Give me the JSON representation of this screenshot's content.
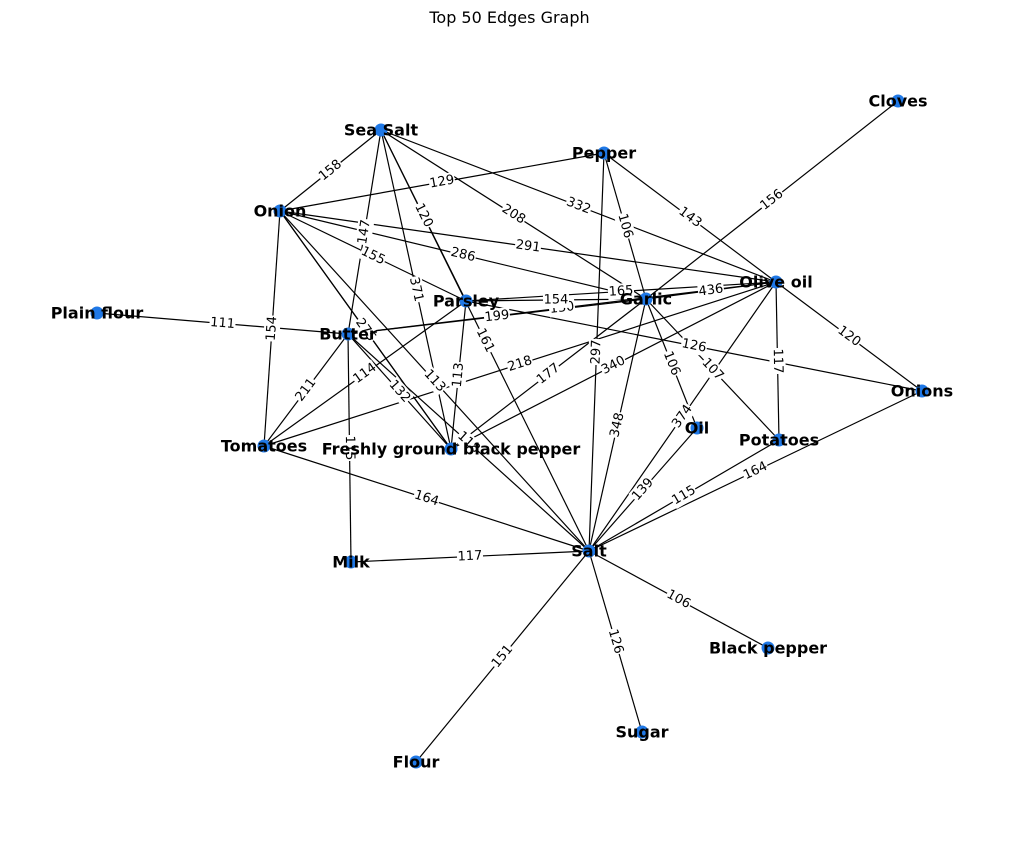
{
  "title": "Top 50 Edges Graph",
  "colors": {
    "node": "#1f78e6",
    "edge": "#000000",
    "background": "#ffffff",
    "label": "#000000"
  },
  "nodes": [
    {
      "id": "Cloves",
      "label": "Cloves"
    },
    {
      "id": "Sea Salt",
      "label": "Sea Salt"
    },
    {
      "id": "Pepper",
      "label": "Pepper"
    },
    {
      "id": "Onion",
      "label": "Onion"
    },
    {
      "id": "Olive oil",
      "label": "Olive oil"
    },
    {
      "id": "Plain flour",
      "label": "Plain flour"
    },
    {
      "id": "Parsley",
      "label": "Parsley"
    },
    {
      "id": "Garlic",
      "label": "Garlic"
    },
    {
      "id": "Butter",
      "label": "Butter"
    },
    {
      "id": "Onions",
      "label": "Onions"
    },
    {
      "id": "Oil",
      "label": "Oil"
    },
    {
      "id": "Potatoes",
      "label": "Potatoes"
    },
    {
      "id": "Tomatoes",
      "label": "Tomatoes"
    },
    {
      "id": "Freshly ground black pepper",
      "label": "Freshly ground black pepper"
    },
    {
      "id": "Salt",
      "label": "Salt"
    },
    {
      "id": "Milk",
      "label": "Milk"
    },
    {
      "id": "Black pepper",
      "label": "Black pepper"
    },
    {
      "id": "Sugar",
      "label": "Sugar"
    },
    {
      "id": "Flour",
      "label": "Flour"
    }
  ],
  "edges": [
    {
      "source": "Cloves",
      "target": "Garlic",
      "weight": "156"
    },
    {
      "source": "Sea Salt",
      "target": "Onion",
      "weight": "158"
    },
    {
      "source": "Sea Salt",
      "target": "Butter",
      "weight": "147"
    },
    {
      "source": "Sea Salt",
      "target": "Parsley",
      "weight": "120"
    },
    {
      "source": "Sea Salt",
      "target": "Freshly ground black pepper",
      "weight": "371"
    },
    {
      "source": "Sea Salt",
      "target": "Garlic",
      "weight": "208"
    },
    {
      "source": "Sea Salt",
      "target": "Olive oil",
      "weight": "332"
    },
    {
      "source": "Sea Salt",
      "target": "Salt",
      "weight": "161"
    },
    {
      "source": "Onion",
      "target": "Pepper",
      "weight": "129"
    },
    {
      "source": "Onion",
      "target": "Garlic",
      "weight": "286"
    },
    {
      "source": "Onion",
      "target": "Olive oil",
      "weight": "291"
    },
    {
      "source": "Onion",
      "target": "Parsley",
      "weight": "155"
    },
    {
      "source": "Onion",
      "target": "Freshly ground black pepper",
      "weight": "130"
    },
    {
      "source": "Onion",
      "target": "Tomatoes",
      "weight": "154"
    },
    {
      "source": "Onion",
      "target": "Salt",
      "weight": "113"
    },
    {
      "source": "Pepper",
      "target": "Garlic",
      "weight": "106"
    },
    {
      "source": "Pepper",
      "target": "Olive oil",
      "weight": "143"
    },
    {
      "source": "Pepper",
      "target": "Salt",
      "weight": "297"
    },
    {
      "source": "Plain flour",
      "target": "Butter",
      "weight": "111"
    },
    {
      "source": "Butter",
      "target": "Garlic",
      "weight": "199"
    },
    {
      "source": "Butter",
      "target": "Olive oil",
      "weight": "130"
    },
    {
      "source": "Butter",
      "target": "Milk",
      "weight": "115"
    },
    {
      "source": "Butter",
      "target": "Freshly ground black pepper",
      "weight": "132"
    },
    {
      "source": "Parsley",
      "target": "Garlic",
      "weight": "154"
    },
    {
      "source": "Parsley",
      "target": "Olive oil",
      "weight": "165"
    },
    {
      "source": "Parsley",
      "target": "Freshly ground black pepper",
      "weight": "113"
    },
    {
      "source": "Parsley",
      "target": "Tomatoes",
      "weight": "114"
    },
    {
      "source": "Garlic",
      "target": "Olive oil",
      "weight": "436"
    },
    {
      "source": "Garlic",
      "target": "Oil",
      "weight": "106"
    },
    {
      "source": "Garlic",
      "target": "Potatoes",
      "weight": "107"
    },
    {
      "source": "Garlic",
      "target": "Salt",
      "weight": "348"
    },
    {
      "source": "Garlic",
      "target": "Freshly ground black pepper",
      "weight": "177"
    },
    {
      "source": "Olive oil",
      "target": "Potatoes",
      "weight": "117"
    },
    {
      "source": "Olive oil",
      "target": "Onions",
      "weight": "120"
    },
    {
      "source": "Olive oil",
      "target": "Tomatoes",
      "weight": "218"
    },
    {
      "source": "Olive oil",
      "target": "Freshly ground black pepper",
      "weight": "340"
    },
    {
      "source": "Olive oil",
      "target": "Salt",
      "weight": "374"
    },
    {
      "source": "Parsley",
      "target": "Onions",
      "weight": "126"
    },
    {
      "source": "Onion",
      "target": "Freshly ground black pepper",
      "weight": "275"
    },
    {
      "source": "Oil",
      "target": "Salt",
      "weight": "139"
    },
    {
      "source": "Potatoes",
      "target": "Salt",
      "weight": "115"
    },
    {
      "source": "Onions",
      "target": "Salt",
      "weight": "164"
    },
    {
      "source": "Tomatoes",
      "target": "Salt",
      "weight": "164"
    },
    {
      "source": "Milk",
      "target": "Salt",
      "weight": "117"
    },
    {
      "source": "Salt",
      "target": "Black pepper",
      "weight": "106"
    },
    {
      "source": "Salt",
      "target": "Sugar",
      "weight": "126"
    },
    {
      "source": "Salt",
      "target": "Flour",
      "weight": "151"
    },
    {
      "source": "Butter",
      "target": "Salt",
      "weight": "118"
    },
    {
      "source": "Butter",
      "target": "Tomatoes",
      "weight": "211"
    }
  ]
}
